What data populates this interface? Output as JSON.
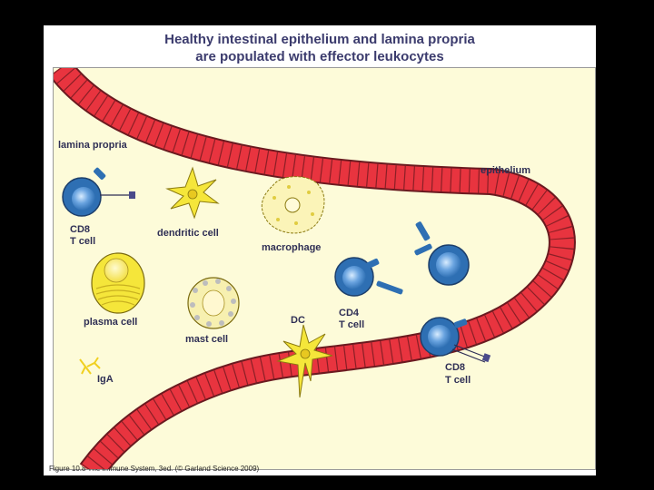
{
  "title": {
    "line1": "Healthy intestinal epithelium and lamina propria",
    "line2": "are populated with effector leukocytes"
  },
  "labels": {
    "lamina_propria": "lamina propria",
    "epithelium": "epithelium",
    "cd8_a_l1": "CD8",
    "cd8_a_l2": "T cell",
    "dendritic_cell": "dendritic cell",
    "macrophage": "macrophage",
    "plasma_cell": "plasma cell",
    "mast_cell": "mast cell",
    "dc": "DC",
    "cd4_l1": "CD4",
    "cd4_l2": "T cell",
    "cd8_b_l1": "CD8",
    "cd8_b_l2": "T cell",
    "iga": "IgA"
  },
  "caption": "Figure 10.8 The Immune System, 3ed. (© Garland Science 2009)",
  "colors": {
    "epithelium": "#e8343f",
    "tcell": "#2e6fb3",
    "dendritic": "#f5e63a",
    "background": "#fdfbd9"
  }
}
